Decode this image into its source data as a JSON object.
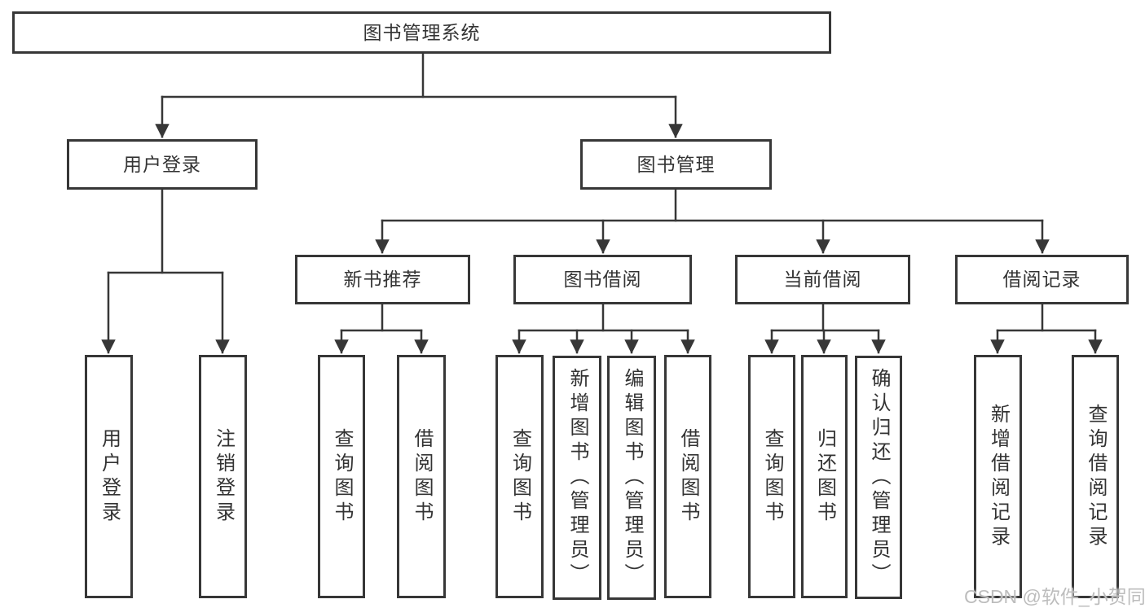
{
  "diagram": {
    "type": "tree",
    "root": {
      "label": "图书管理系统"
    },
    "level2": [
      {
        "label": "用户登录",
        "parent": "图书管理系统"
      },
      {
        "label": "图书管理",
        "parent": "图书管理系统"
      }
    ],
    "level3": [
      {
        "label": "新书推荐",
        "parent": "图书管理"
      },
      {
        "label": "图书借阅",
        "parent": "图书管理"
      },
      {
        "label": "当前借阅",
        "parent": "图书管理"
      },
      {
        "label": "借阅记录",
        "parent": "图书管理"
      }
    ],
    "leaves": [
      {
        "label": "用户登录",
        "parent": "用户登录"
      },
      {
        "label": "注销登录",
        "parent": "用户登录"
      },
      {
        "label": "查询图书",
        "parent": "新书推荐"
      },
      {
        "label": "借阅图书",
        "parent": "新书推荐"
      },
      {
        "label": "查询图书",
        "parent": "图书借阅"
      },
      {
        "label": "新增图书（管理员）",
        "parent": "图书借阅"
      },
      {
        "label": "编辑图书（管理员）",
        "parent": "图书借阅"
      },
      {
        "label": "借阅图书",
        "parent": "图书借阅"
      },
      {
        "label": "查询图书",
        "parent": "当前借阅"
      },
      {
        "label": "归还图书",
        "parent": "当前借阅"
      },
      {
        "label": "确认归还（管理员）",
        "parent": "当前借阅"
      },
      {
        "label": "新增借阅记录",
        "parent": "借阅记录"
      },
      {
        "label": "查询借阅记录",
        "parent": "借阅记录"
      }
    ]
  },
  "watermark": "CSDN @软件_小贺同学",
  "colors": {
    "line": "#373737",
    "text": "#333333",
    "box_background": "#ffffff",
    "page_background": "#ffffff",
    "watermark": "#bdbdbd"
  }
}
